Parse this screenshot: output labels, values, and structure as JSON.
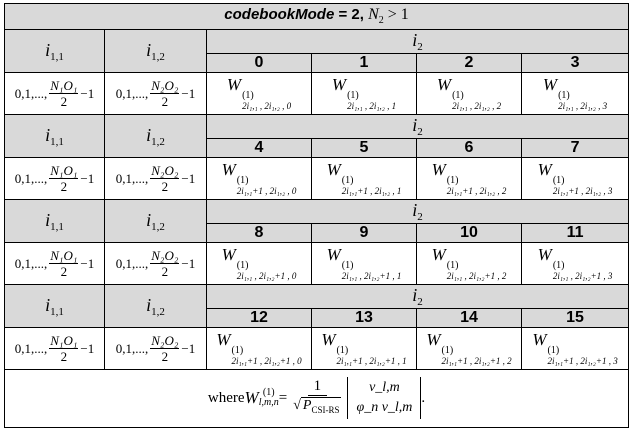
{
  "title": {
    "mode_label": "codebookMode",
    "mode_eq": " = 2, ",
    "cond_var": "N",
    "cond_sub": "2",
    "cond_rest": " > 1"
  },
  "labels": {
    "i11_main": "i",
    "i11_sub": "1,1",
    "i12_main": "i",
    "i12_sub": "1,2",
    "i2_main": "i",
    "i2_sub": "2"
  },
  "ranges": {
    "r1_prefix": "0,1,...,",
    "r1_num": "N₁O₁",
    "r1_den": "2",
    "r1_suffix": " −1",
    "r2_prefix": "0,1,...,",
    "r2_num": "N₂O₂",
    "r2_den": "2",
    "r2_suffix": " −1"
  },
  "blocks": [
    {
      "i2_values": [
        "0",
        "1",
        "2",
        "3"
      ],
      "entries": [
        {
          "sym": "W",
          "sup": "(1)",
          "sub": "2i₁,₁ , 2i₁,₂ , 0"
        },
        {
          "sym": "W",
          "sup": "(1)",
          "sub": "2i₁,₁ , 2i₁,₂ , 1"
        },
        {
          "sym": "W",
          "sup": "(1)",
          "sub": "2i₁,₁ , 2i₁,₂ , 2"
        },
        {
          "sym": "W",
          "sup": "(1)",
          "sub": "2i₁,₁ , 2i₁,₂ , 3"
        }
      ]
    },
    {
      "i2_values": [
        "4",
        "5",
        "6",
        "7"
      ],
      "entries": [
        {
          "sym": "W",
          "sup": "(1)",
          "sub": "2i₁,₁+1 , 2i₁,₂ , 0"
        },
        {
          "sym": "W",
          "sup": "(1)",
          "sub": "2i₁,₁+1 , 2i₁,₂ , 1"
        },
        {
          "sym": "W",
          "sup": "(1)",
          "sub": "2i₁,₁+1 , 2i₁,₂ , 2"
        },
        {
          "sym": "W",
          "sup": "(1)",
          "sub": "2i₁,₁+1 , 2i₁,₂ , 3"
        }
      ]
    },
    {
      "i2_values": [
        "8",
        "9",
        "10",
        "11"
      ],
      "entries": [
        {
          "sym": "W",
          "sup": "(1)",
          "sub": "2i₁,₁ , 2i₁,₂+1 , 0"
        },
        {
          "sym": "W",
          "sup": "(1)",
          "sub": "2i₁,₁ , 2i₁,₂+1 , 1"
        },
        {
          "sym": "W",
          "sup": "(1)",
          "sub": "2i₁,₁ , 2i₁,₂+1 , 2"
        },
        {
          "sym": "W",
          "sup": "(1)",
          "sub": "2i₁,₁ , 2i₁,₂+1 , 3"
        }
      ]
    },
    {
      "i2_values": [
        "12",
        "13",
        "14",
        "15"
      ],
      "entries": [
        {
          "sym": "W",
          "sup": "(1)",
          "sub": "2i₁,₁+1 , 2i₁,₂+1 , 0"
        },
        {
          "sym": "W",
          "sup": "(1)",
          "sub": "2i₁,₁+1 , 2i₁,₂+1 , 1"
        },
        {
          "sym": "W",
          "sup": "(1)",
          "sub": "2i₁,₁+1 , 2i₁,₂+1 , 2"
        },
        {
          "sym": "W",
          "sup": "(1)",
          "sub": "2i₁,₁+1 , 2i₁,₂+1 , 3"
        }
      ]
    }
  ],
  "footer": {
    "where": "where ",
    "w_sym": "W",
    "w_sup": "(1)",
    "w_sub": "l,m,n",
    "eq": " = ",
    "frac_num": "1",
    "frac_den": "P",
    "frac_den_sub": "CSI-RS",
    "mat_top": "v_l,m",
    "mat_bottom": "φ_n v_l,m",
    "end": "."
  }
}
